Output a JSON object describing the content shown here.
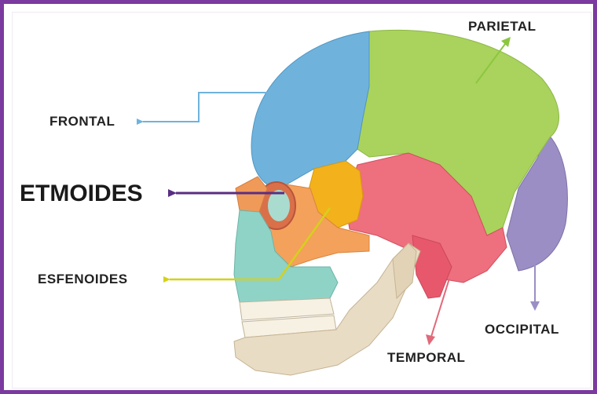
{
  "labels": {
    "parietal": "PARIETAL",
    "frontal": "FRONTAL",
    "etmoides": "ETMOIDES",
    "esfenoides": "ESFENOIDES",
    "occipital": "OCCIPITAL",
    "temporal": "TEMPORAL"
  },
  "colors": {
    "frame": "#7b3aa0",
    "frontal": "#6fb3dd",
    "parietal": "#a9d35c",
    "occipital": "#9b8ec4",
    "temporal": "#ee6f7e",
    "esfenoides": "#f3b11c",
    "etmoides": "#5a2d82",
    "esfenoides_arrow": "#d5d11a",
    "maxilla": "#8fd3c7",
    "mandible": "#e9dcc4",
    "zygomatic": "#f4a15c"
  }
}
